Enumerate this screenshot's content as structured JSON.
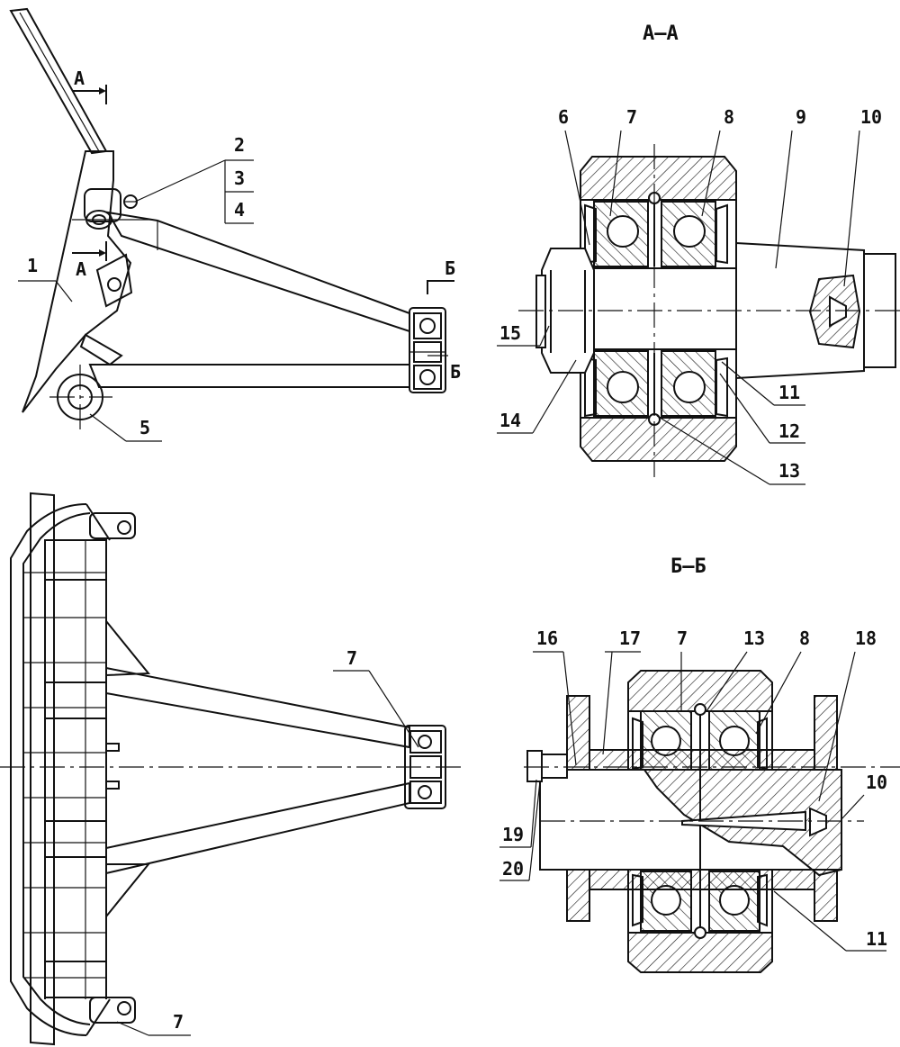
{
  "sections": {
    "aa_title": "А–А",
    "bb_title": "Б–Б",
    "cut_a_top": "А",
    "cut_a_bottom": "А",
    "cut_b_top": "Б",
    "cut_b_bottom": "Б"
  },
  "side_view_labels": [
    "1",
    "2",
    "3",
    "4",
    "5"
  ],
  "top_view_labels": [
    "7",
    "7"
  ],
  "aa_labels": [
    "6",
    "7",
    "8",
    "9",
    "10",
    "11",
    "12",
    "13",
    "14",
    "15"
  ],
  "bb_labels": [
    "16",
    "17",
    "7",
    "13",
    "8",
    "18",
    "10",
    "11",
    "19",
    "20"
  ]
}
